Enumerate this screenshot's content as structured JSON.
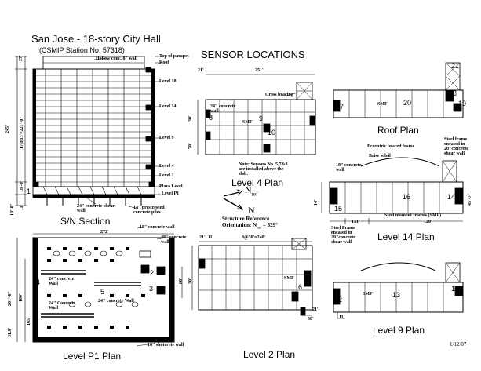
{
  "title": "San Jose - 18-story City Hall",
  "station": "(CSMIP Station No. 57318)",
  "sensor_heading": "SENSOR LOCATIONS",
  "date": "1/12/07",
  "plans": {
    "sn_section": "S/N Section",
    "level_p1": "Level P1 Plan",
    "level_2": "Level 2 Plan",
    "level_4": "Level 4 Plan",
    "level_9": "Level 9 Plan",
    "level_14": "Level 14 Plan",
    "roof": "Roof Plan"
  },
  "section_labels": {
    "top_parapet": "Top of parapet",
    "roof": "Roof",
    "level_18": "Level 18",
    "level_14": "Level 14",
    "level_9": "Level 9",
    "level_4": "Level 4",
    "level_2": "Level 2",
    "plaza": "Plaza Level",
    "p1": "Level P1",
    "hollow_wall": "Hollow conc. 8\" wall",
    "concrete_wall": "24\" concrete shear wall",
    "piles": "14\" prestressed concrete piles",
    "dim_top": "27'",
    "dim_total": "245'",
    "dim_mid": "17@13'=221'-0\"",
    "dim_lower": "18'-0\"",
    "dim_bottom": "10'-0\"",
    "dim_base": "11'"
  },
  "p1_labels": {
    "width": "272'",
    "depth": "201'-0\"",
    "wall18": "18\" concrete wall",
    "wall48": "48\" concrete wall",
    "wall24a": "24\" concrete Wall",
    "wall24b": "24\" Concrete Wall",
    "wall24c": "24\" concrete Wall",
    "shotcrete": "18\" shotcrete wall",
    "dim_left": "100'",
    "dim_right": "60'",
    "dim_mid": "165'",
    "dim_bot": "31.8'"
  },
  "l2_labels": {
    "top": "8@30'=240'",
    "dim_21": "21'",
    "dim_11": "11'",
    "smf": "SMF",
    "bot30": "30'",
    "bot21": "21'",
    "side": "30'"
  },
  "l4_labels": {
    "width": "251'",
    "left": "21'",
    "cross": "Cross bracing",
    "wall": "24\" concrete wall",
    "smf": "SMF",
    "dim_30": "30'",
    "dim_70": "70'",
    "note": "Note: Sensors No. 5,7&8 are installed above the slab."
  },
  "orientation": {
    "nref": "N",
    "nref_sub": "ref",
    "n": "N",
    "text1": "Structure Reference",
    "text2": "Orientation: N",
    "text2_sub": "ref",
    "angle": " = 329°"
  },
  "l14_labels": {
    "eccentric": "Eccentric braced frame",
    "brise": "Brise soleil",
    "wall18": "18\" concrete wall",
    "steel_frame": "Steel frame encased in 20\"concrete shear wall",
    "steel_moment": "Steel moment frames (SMF)",
    "steel_frame2": "Steel Frame encased in 20\"concrete shear wall",
    "dim_131": "131'",
    "dim_120": "120'",
    "dim_14": "14'",
    "dim_45": "45'-7\""
  },
  "l9_labels": {
    "smf": "SMF",
    "dim_11": "11'"
  },
  "roof_labels": {
    "smf": "SMF"
  },
  "sensors": {
    "s1": "1",
    "s2": "2",
    "s3": "3",
    "s4": "4",
    "s5": "5",
    "s6": "6",
    "s7": "7",
    "s8": "8",
    "s9": "9",
    "s10": "10",
    "s11": "11",
    "s12": "12",
    "s13": "13",
    "s14": "14",
    "s15": "15",
    "s16": "16",
    "s17": "17",
    "s18": "18",
    "s19": "19",
    "s20": "20",
    "s21": "21"
  }
}
